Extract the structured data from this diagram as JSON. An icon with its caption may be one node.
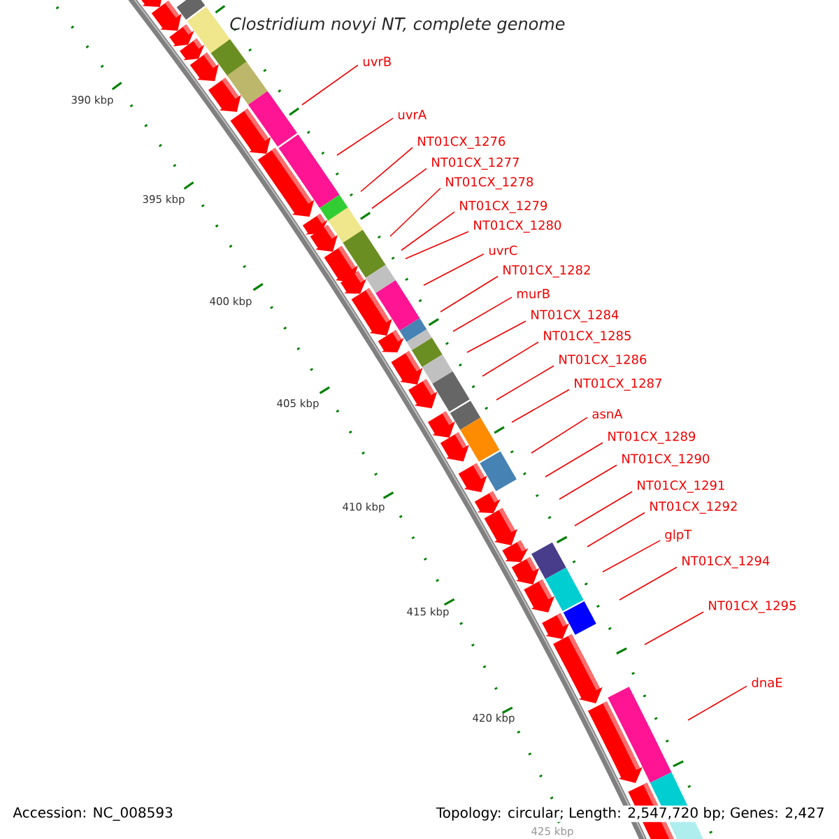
{
  "diagram": {
    "title": "Clostridium novyi NT, complete genome",
    "nodes": [
      {
        "text": [
          "uvrB"
        ]
      },
      {
        "text": [
          "uvrA"
        ]
      },
      {
        "text": [
          "NT01CX_1276"
        ]
      },
      {
        "text": [
          "NT01CX_1277"
        ]
      },
      {
        "text": [
          "NT01CX_1278"
        ]
      },
      {
        "text": [
          "NT01CX_1279"
        ]
      },
      {
        "text": [
          "NT01CX_1280"
        ]
      },
      {
        "text": [
          "uvrC"
        ]
      },
      {
        "text": [
          "NT01CX_1282"
        ]
      },
      {
        "text": [
          "murB"
        ]
      },
      {
        "text": [
          "NT01CX_1284"
        ]
      },
      {
        "text": [
          "NT01CX_1285"
        ]
      },
      {
        "text": [
          "NT01CX_1286"
        ]
      },
      {
        "text": [
          "NT01CX_1287"
        ]
      },
      {
        "text": [
          "asnA"
        ]
      },
      {
        "text": [
          "NT01CX_1289"
        ]
      },
      {
        "text": [
          "NT01CX_1290"
        ]
      },
      {
        "text": [
          "NT01CX_1291"
        ]
      },
      {
        "text": [
          "NT01CX_1292"
        ]
      },
      {
        "text": [
          "glpT"
        ]
      },
      {
        "text": [
          "NT01CX_1294"
        ]
      },
      {
        "text": [
          "NT01CX_1295"
        ]
      },
      {
        "text": [
          "dnaE"
        ]
      }
    ],
    "edges": [
      {
        "from": 0,
        "to": null,
        "arrow": "none"
      },
      {
        "from": 1,
        "to": null,
        "arrow": "none"
      },
      {
        "from": 2,
        "to": null,
        "arrow": "none"
      },
      {
        "from": 3,
        "to": null,
        "arrow": "none"
      },
      {
        "from": 4,
        "to": null,
        "arrow": "none"
      },
      {
        "from": 5,
        "to": null,
        "arrow": "none"
      },
      {
        "from": 6,
        "to": null,
        "arrow": "none"
      },
      {
        "from": 7,
        "to": null,
        "arrow": "none"
      },
      {
        "from": 8,
        "to": null,
        "arrow": "none"
      },
      {
        "from": 9,
        "to": null,
        "arrow": "none"
      },
      {
        "from": 10,
        "to": null,
        "arrow": "none"
      },
      {
        "from": 11,
        "to": null,
        "arrow": "none"
      },
      {
        "from": 12,
        "to": null,
        "arrow": "none"
      },
      {
        "from": 13,
        "to": null,
        "arrow": "none"
      },
      {
        "from": 14,
        "to": null,
        "arrow": "none"
      },
      {
        "from": 15,
        "to": null,
        "arrow": "none"
      },
      {
        "from": 16,
        "to": null,
        "arrow": "none"
      },
      {
        "from": 17,
        "to": null,
        "arrow": "none"
      },
      {
        "from": 18,
        "to": null,
        "arrow": "none"
      },
      {
        "from": 19,
        "to": null,
        "arrow": "none"
      },
      {
        "from": 20,
        "to": null,
        "arrow": "none"
      },
      {
        "from": 21,
        "to": null,
        "arrow": "none"
      },
      {
        "from": 22,
        "to": null,
        "arrow": "none"
      }
    ],
    "labels": [
      "390 kbp",
      "395 kbp",
      "400 kbp",
      "405 kbp",
      "410 kbp",
      "415 kbp",
      "420 kbp",
      "425 kbp",
      "Accession: NC_008593",
      "Topology: circular; Length: 2,547,720 bp; Genes: 2,427"
    ]
  }
}
